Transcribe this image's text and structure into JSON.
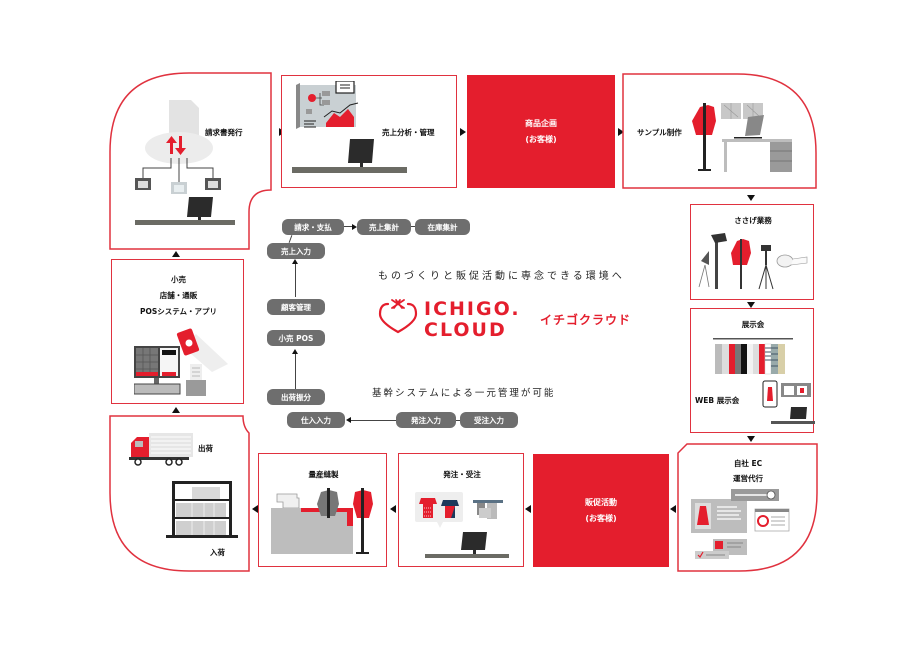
{
  "colors": {
    "accent": "#e41e2d",
    "pill": "#6e6e6e",
    "text": "#111111"
  },
  "steps": {
    "invoice": {
      "label": "請求書発行"
    },
    "sales_analysis": {
      "label": "売上分析・管理"
    },
    "product_planning": {
      "line1": "商品企画",
      "line2": "(お客様)"
    },
    "sample": {
      "label": "サンプル制作"
    },
    "sasage": {
      "label": "ささげ業務"
    },
    "exhibition": {
      "label": "展示会",
      "web_label": "WEB 展示会"
    },
    "ec": {
      "line1": "自社 EC",
      "line2": "運営代行"
    },
    "promotion": {
      "line1": "販促活動",
      "line2": "(お客様)"
    },
    "order": {
      "label": "発注・受注"
    },
    "sewing": {
      "label": "量産縫製"
    },
    "logistics": {
      "ship_label": "出荷",
      "receive_label": "入荷"
    },
    "retail": {
      "line1": "小売",
      "line2": "店舗・通販",
      "line3": "POSシステム・アプリ"
    }
  },
  "system_flow": {
    "pills": {
      "billing": "請求・支払",
      "sales_total": "売上集計",
      "stock_total": "在庫集計",
      "sales_input": "売上入力",
      "customer_mgmt": "顧客管理",
      "retail_pos": "小売 POS",
      "ship_split": "出荷振分",
      "purchase_input": "仕入入力",
      "order_input": "発注入力",
      "receive_order_input": "受注入力"
    }
  },
  "center": {
    "tagline": "ものづくりと販促活動に専念できる環境へ",
    "brand_line1": "ICHIGO.",
    "brand_line2": "CLOUD",
    "brand_jp": "イチゴクラウド",
    "subline": "基幹システムによる一元管理が可能"
  }
}
